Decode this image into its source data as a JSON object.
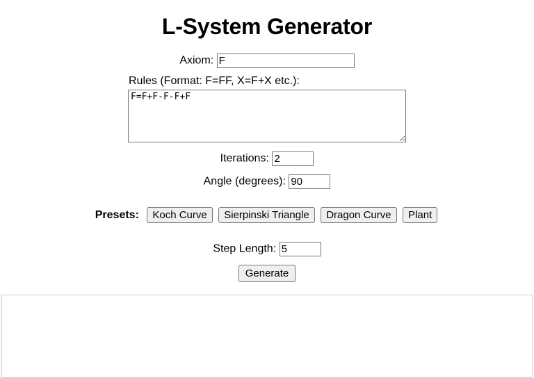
{
  "page": {
    "title": "L-System Generator",
    "background_color": "#ffffff",
    "text_color": "#000000"
  },
  "form": {
    "axiom": {
      "label": "Axiom:",
      "value": "F",
      "placeholder": ""
    },
    "rules": {
      "label": "Rules (Format: F=FF, X=F+X etc.):",
      "value": "F=F+F-F-F+F",
      "placeholder": ""
    },
    "iterations": {
      "label": "Iterations:",
      "value": "2",
      "placeholder": ""
    },
    "angle": {
      "label": "Angle (degrees):",
      "value": "90",
      "placeholder": ""
    },
    "step_length": {
      "label": "Step Length:",
      "value": "5",
      "placeholder": ""
    }
  },
  "presets": {
    "label": "Presets:",
    "buttons": [
      {
        "label": "Koch Curve"
      },
      {
        "label": "Sierpinski Triangle"
      },
      {
        "label": "Dragon Curve"
      },
      {
        "label": "Plant"
      }
    ]
  },
  "actions": {
    "generate_label": "Generate"
  },
  "canvas": {
    "border_color": "#cccccc",
    "background_color": "#ffffff",
    "content": ""
  }
}
